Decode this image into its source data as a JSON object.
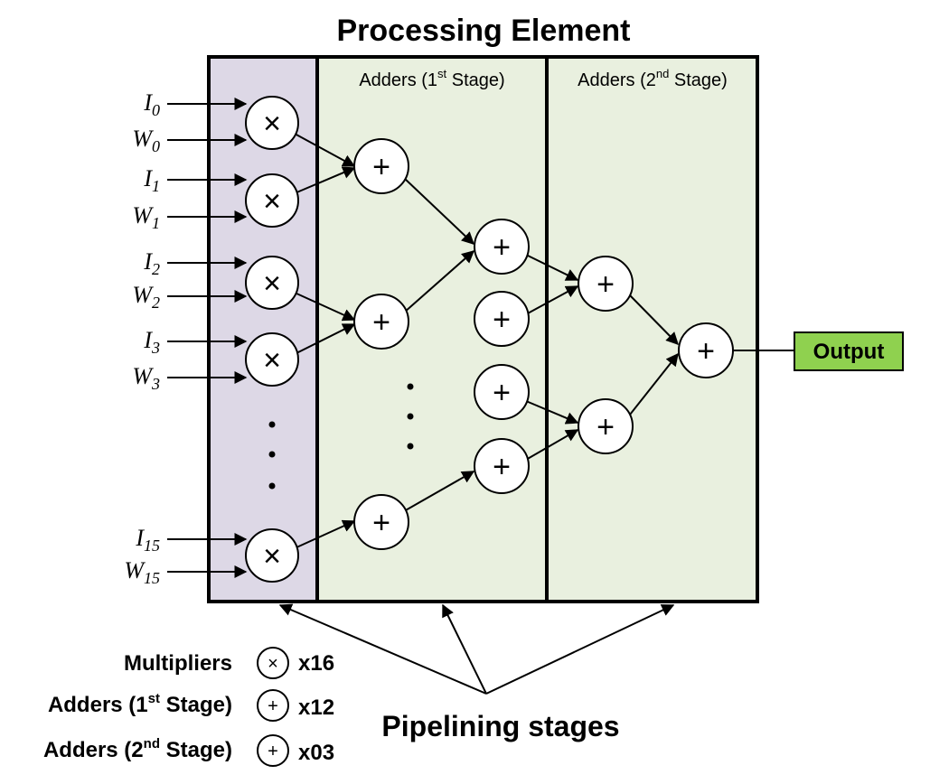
{
  "title": "Processing Element",
  "stages": {
    "multipliers": {
      "fill": "#ddd8e6"
    },
    "adders_1st": {
      "label_prefix": "Adders (1",
      "label_sup": "st",
      "label_suffix": " Stage)",
      "fill": "#e9f0df"
    },
    "adders_2nd": {
      "label_prefix": "Adders (2",
      "label_sup": "nd",
      "label_suffix": " Stage)",
      "fill": "#e9f0df"
    }
  },
  "inputs": [
    {
      "base": "I",
      "sub": "0"
    },
    {
      "base": "W",
      "sub": "0"
    },
    {
      "base": "I",
      "sub": "1"
    },
    {
      "base": "W",
      "sub": "1"
    },
    {
      "base": "I",
      "sub": "2"
    },
    {
      "base": "W",
      "sub": "2"
    },
    {
      "base": "I",
      "sub": "3"
    },
    {
      "base": "W",
      "sub": "3"
    },
    {
      "base": "I",
      "sub": "15"
    },
    {
      "base": "W",
      "sub": "15"
    }
  ],
  "symbols": {
    "multiply": "×",
    "add": "+"
  },
  "output": {
    "label": "Output",
    "fill": "#8fd14f"
  },
  "legend": [
    {
      "prefix": "Multipliers",
      "sup": "",
      "suffix": "",
      "symbol": "×",
      "count": "x16"
    },
    {
      "prefix": "Adders (1",
      "sup": "st",
      "suffix": " Stage)",
      "symbol": "+",
      "count": "x12"
    },
    {
      "prefix": "Adders (2",
      "sup": "nd",
      "suffix": " Stage)",
      "symbol": "+",
      "count": "x03"
    }
  ],
  "footer": "Pipelining stages"
}
